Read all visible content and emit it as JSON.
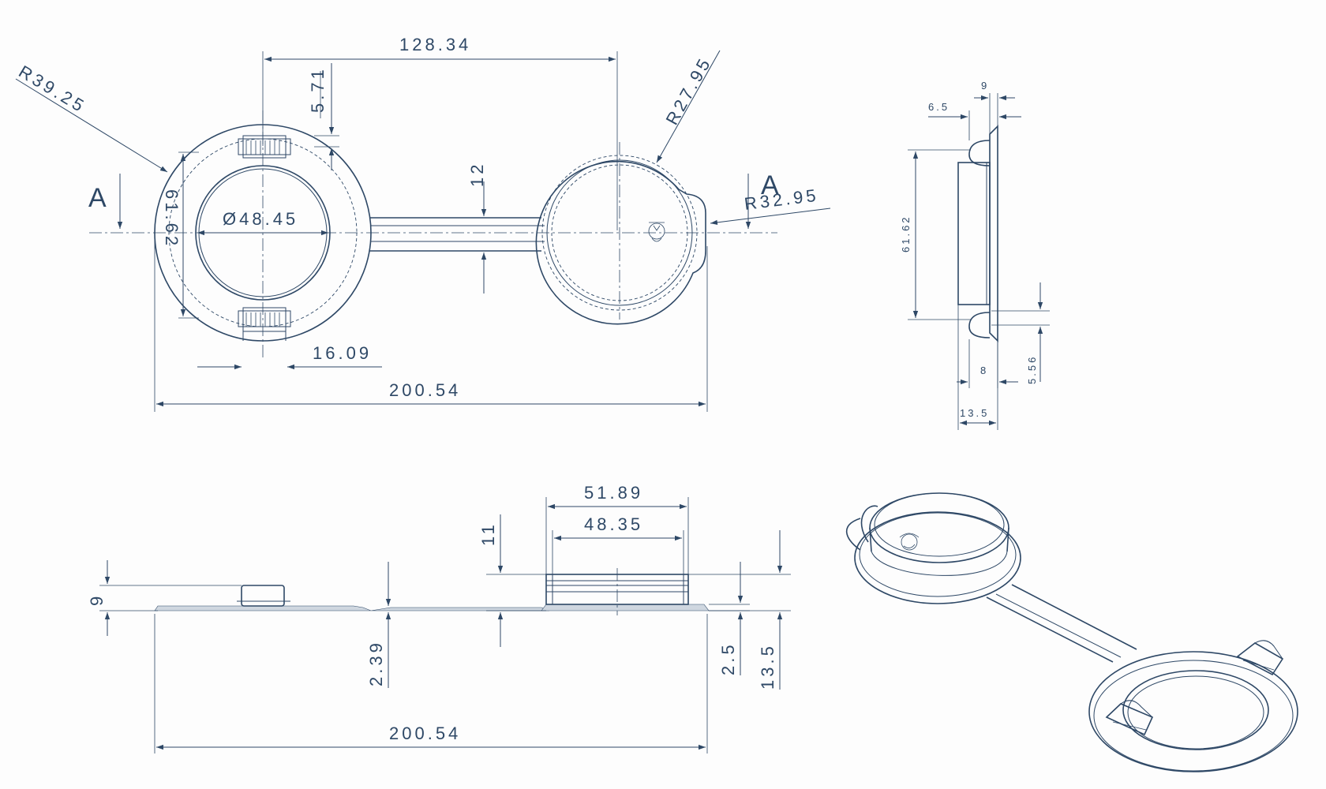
{
  "top_view": {
    "overall_length": "200.54",
    "center_distance": "128.34",
    "radius_left": "R39.25",
    "radius_cap": "R27.95",
    "radius_tab": "R32.95",
    "bore_diameter": "Ø48.45",
    "ring_height": "61.62",
    "clip_offset": "5.71",
    "strap_width": "12",
    "clip_width": "16.09",
    "section_mark": "A"
  },
  "side_view": {
    "d_9": "9",
    "d_6_5": "6.5",
    "d_61_62": "61.62",
    "d_8": "8",
    "d_5_56": "5.56",
    "d_13_5": "13.5"
  },
  "front_view": {
    "overall_length": "200.54",
    "cap_outer": "51.89",
    "cap_inner": "48.35",
    "clip_height": "9",
    "strap_thickness": "2.39",
    "cap_rise": "11",
    "flange_thickness": "2.5",
    "total_height": "13.5"
  }
}
